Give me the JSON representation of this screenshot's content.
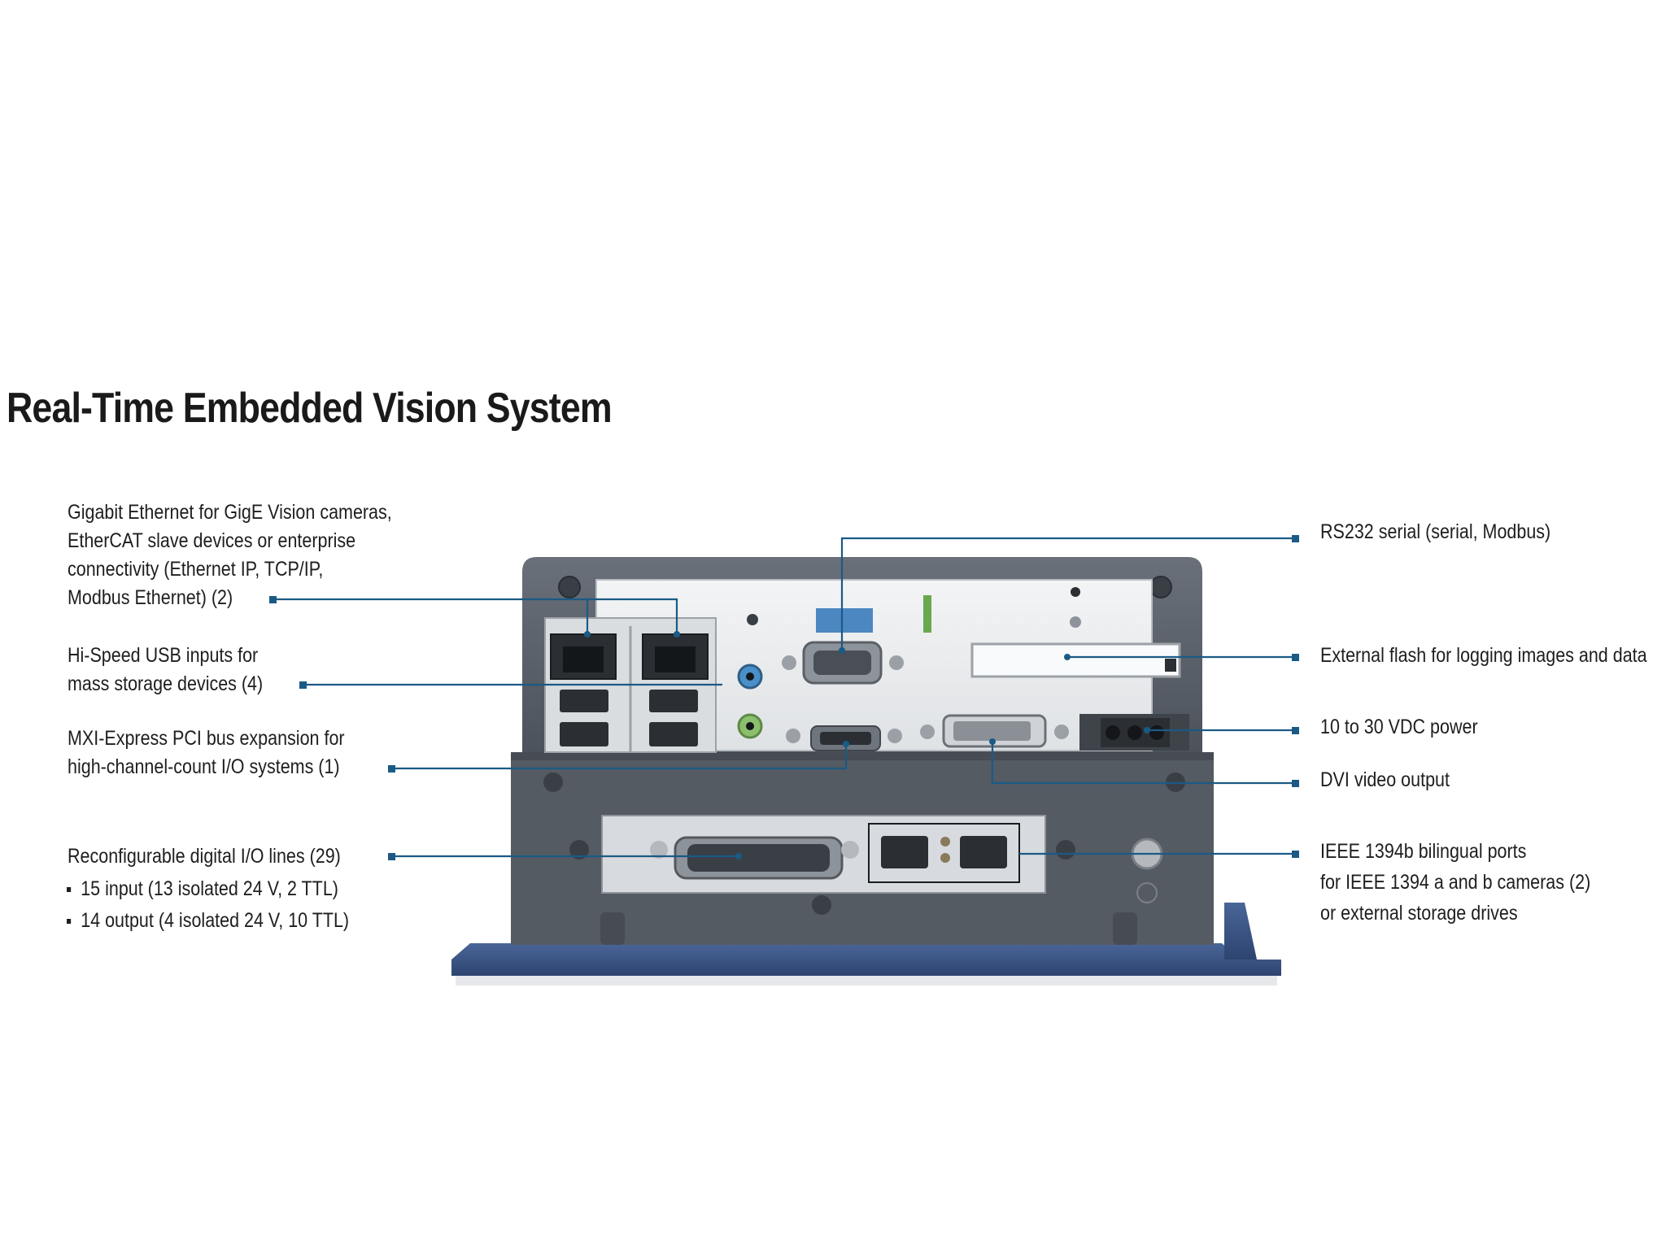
{
  "title": "Real-Time Embedded Vision System",
  "colors": {
    "leader": "#1a5a85",
    "chassis": "#5a6069",
    "chassis_dark": "#474c54",
    "panel": "#eceef0",
    "base": "#3a5587"
  },
  "callouts_left": [
    {
      "id": "ethernet",
      "lines": [
        "Gigabit Ethernet for GigE Vision cameras,",
        "EtherCAT slave devices or enterprise",
        "connectivity (Ethernet IP, TCP/IP,",
        "Modbus Ethernet) (2)"
      ]
    },
    {
      "id": "usb",
      "lines": [
        "Hi-Speed USB inputs for",
        "mass storage devices (4)"
      ]
    },
    {
      "id": "mxi",
      "lines": [
        "MXI-Express PCI bus expansion for",
        "high-channel-count I/O systems (1)"
      ]
    },
    {
      "id": "dio",
      "lines": [
        "Reconfigurable digital I/O lines (29)"
      ],
      "bullets": [
        "15 input (13 isolated 24 V, 2 TTL)",
        "14 output (4 isolated 24 V, 10 TTL)"
      ]
    }
  ],
  "callouts_right": [
    {
      "id": "rs232",
      "lines": [
        "RS232 serial (serial, Modbus)"
      ]
    },
    {
      "id": "flash",
      "lines": [
        "External flash for logging images and data"
      ]
    },
    {
      "id": "power",
      "lines": [
        "10 to 30 VDC power"
      ]
    },
    {
      "id": "dvi",
      "lines": [
        "DVI video output"
      ]
    },
    {
      "id": "ieee1394",
      "lines": [
        "IEEE 1394b bilingual ports",
        "for IEEE 1394 a and b cameras (2)",
        "or external storage drives"
      ]
    }
  ]
}
